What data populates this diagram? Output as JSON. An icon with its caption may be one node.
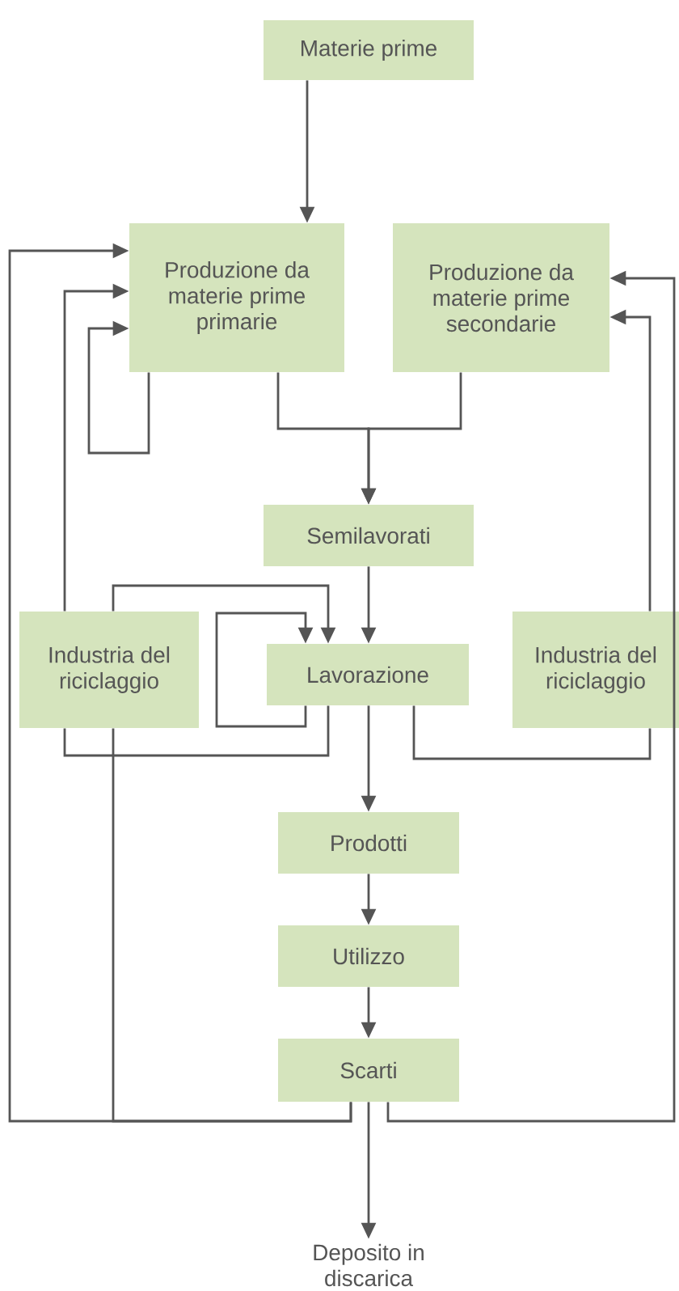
{
  "diagram": {
    "nodes": [
      {
        "text": [
          "Materie prime"
        ]
      },
      {
        "text": [
          "Produzione da materie prime primarie"
        ]
      },
      {
        "text": [
          "Produzione da materie prime secondarie"
        ]
      },
      {
        "text": [
          "Semilavorati"
        ]
      },
      {
        "text": [
          "Industria del riciclaggio"
        ]
      },
      {
        "text": [
          "Lavorazione"
        ]
      },
      {
        "text": [
          "Industria del riciclaggio"
        ]
      },
      {
        "text": [
          "Prodotti"
        ]
      },
      {
        "text": [
          "Utilizzo"
        ]
      },
      {
        "text": [
          "Scarti"
        ]
      },
      {
        "text": [
          "Deposito in discarica"
        ]
      }
    ],
    "edges": [
      {
        "from": 0,
        "to": 1,
        "arrow": "to"
      },
      {
        "from": 1,
        "to": 1,
        "arrow": "to"
      },
      {
        "from": 1,
        "to": 3,
        "arrow": "to"
      },
      {
        "from": 2,
        "to": 3,
        "arrow": "to"
      },
      {
        "from": 3,
        "to": 5,
        "arrow": "to"
      },
      {
        "from": 4,
        "to": 1,
        "arrow": "to"
      },
      {
        "from": 9,
        "to": 1,
        "arrow": "to"
      },
      {
        "from": 9,
        "to": 4,
        "arrow": "none"
      },
      {
        "from": 4,
        "to": 5,
        "arrow": "to"
      },
      {
        "from": 5,
        "to": 5,
        "arrow": "to"
      },
      {
        "from": 5,
        "to": 4,
        "arrow": "none"
      },
      {
        "from": 5,
        "to": 6,
        "arrow": "none"
      },
      {
        "from": 6,
        "to": 2,
        "arrow": "to"
      },
      {
        "from": 9,
        "to": 2,
        "arrow": "to"
      },
      {
        "from": 5,
        "to": 7,
        "arrow": "to"
      },
      {
        "from": 7,
        "to": 8,
        "arrow": "to"
      },
      {
        "from": 8,
        "to": 9,
        "arrow": "to"
      },
      {
        "from": 9,
        "to": 10,
        "arrow": "to"
      }
    ]
  }
}
